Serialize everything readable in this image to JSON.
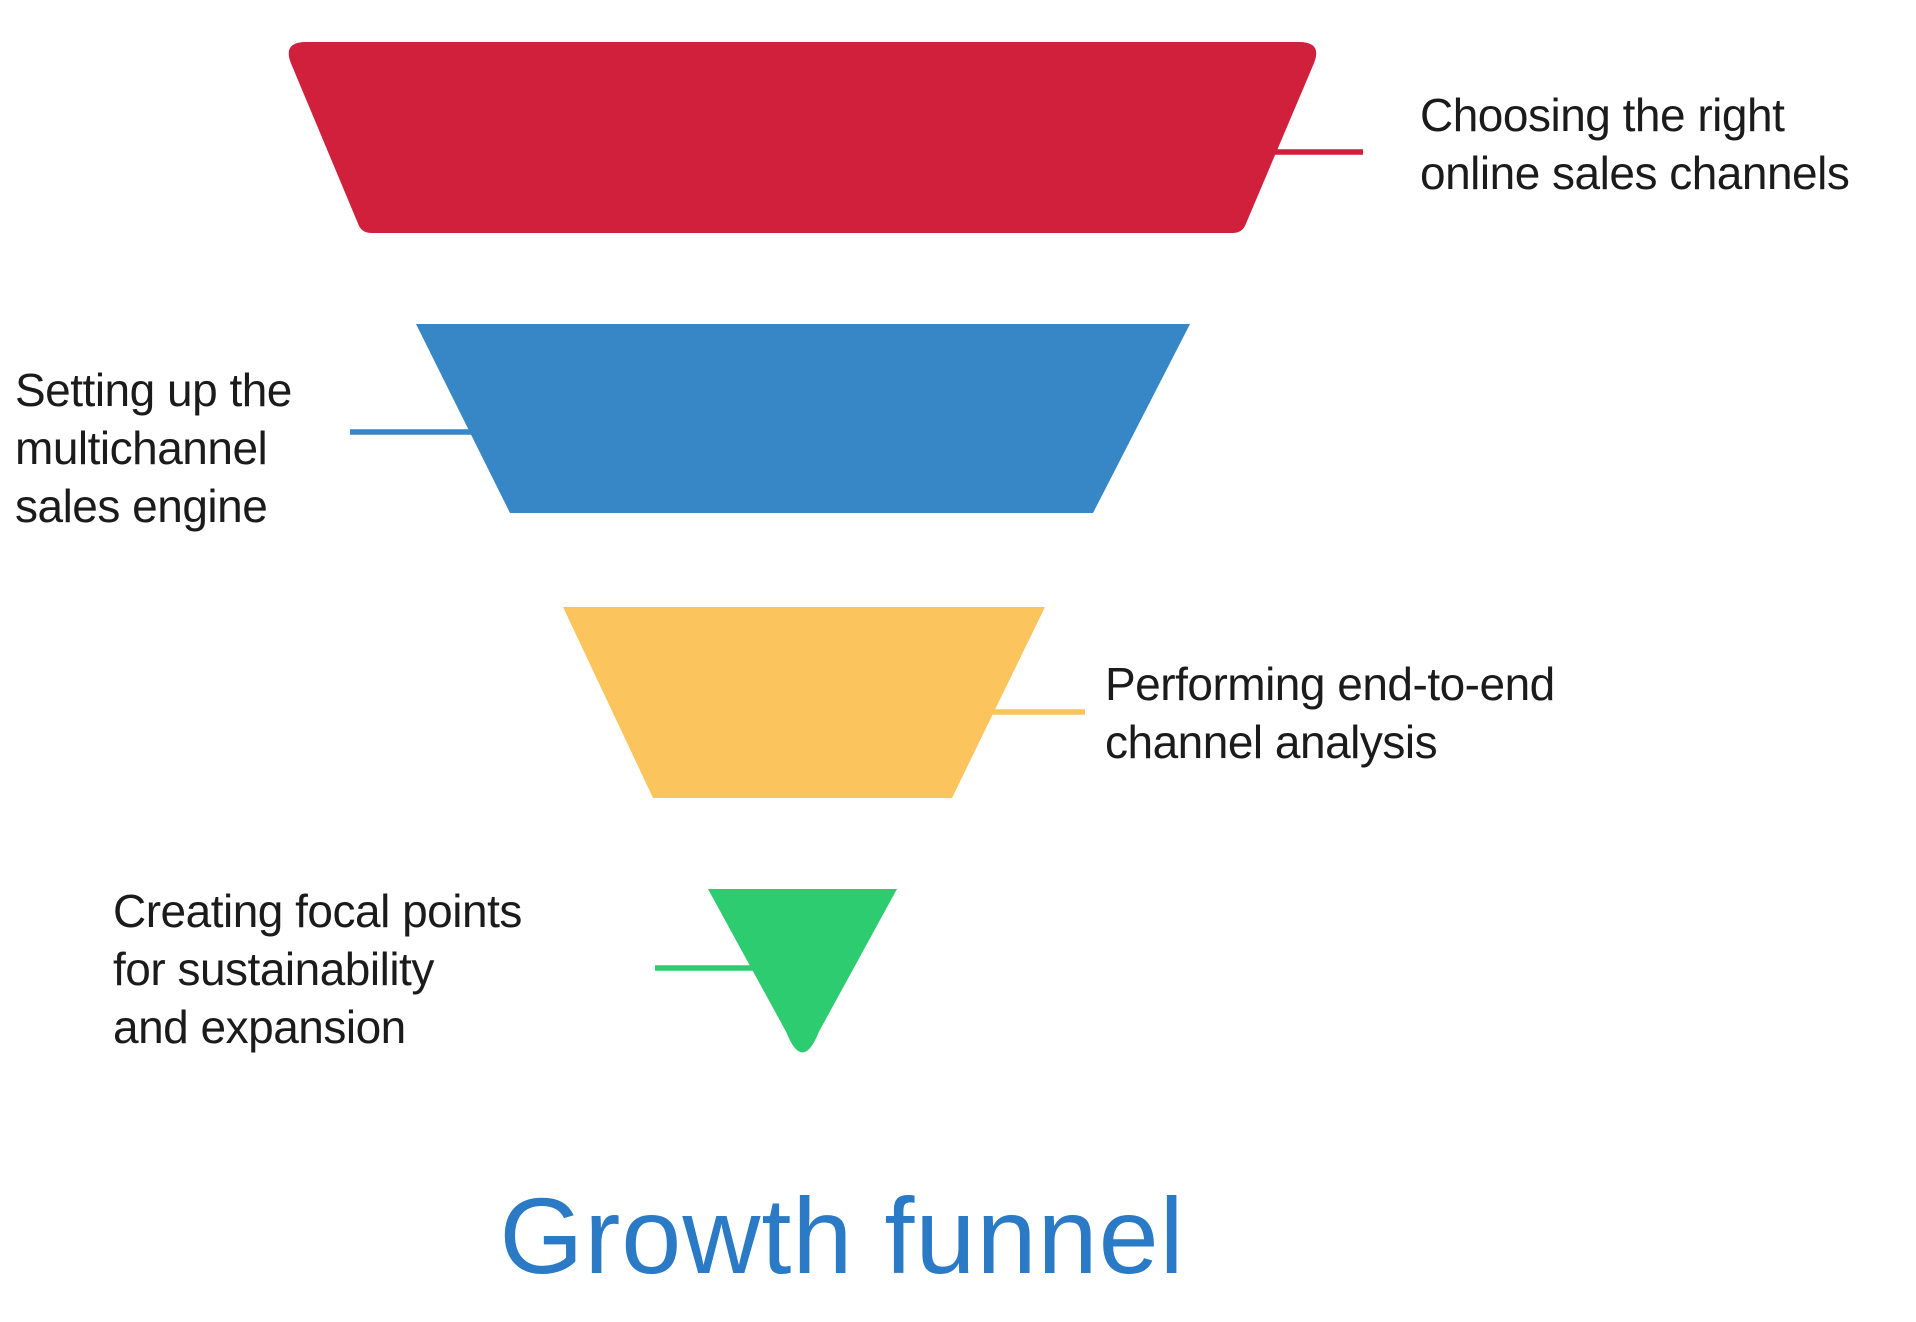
{
  "title": {
    "text": "Growth funnel",
    "color": "#2A7AC5"
  },
  "label_text_color": "#1B1B1B",
  "stages": [
    {
      "label": "Choosing the right\nonline sales channels",
      "color": "#D0203C",
      "label_side": "right"
    },
    {
      "label": "Setting up the\nmultichannel\nsales engine",
      "color": "#3786C5",
      "label_side": "left"
    },
    {
      "label": "Performing end-to-end\nchannel analysis",
      "color": "#FCC45C",
      "label_side": "right"
    },
    {
      "label": "Creating focal points\nfor sustainability\nand expansion",
      "color": "#2ECC70",
      "label_side": "left"
    }
  ]
}
